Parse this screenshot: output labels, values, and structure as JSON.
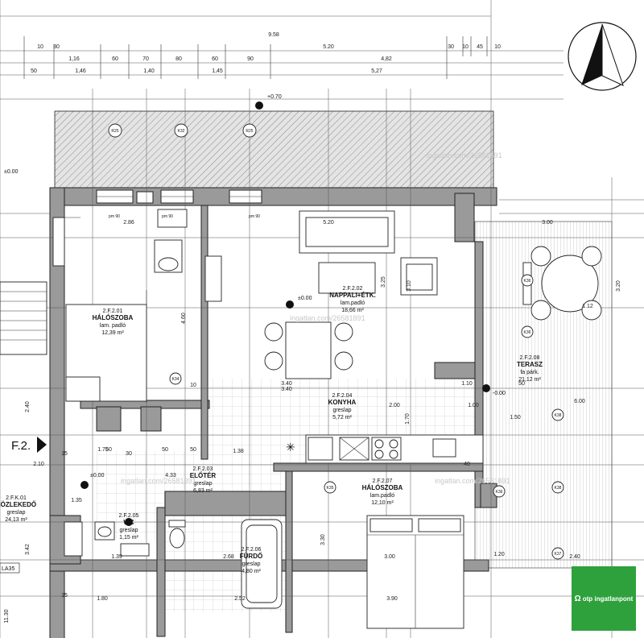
{
  "title_block": {
    "apartment_code": "F.2.",
    "stair_label": "LA35"
  },
  "top_dimensions": {
    "overall": "9.58",
    "row1": [
      "10",
      "30",
      "5.20",
      "30",
      "10",
      "45",
      "10"
    ],
    "row2": [
      "1,16",
      "60",
      "70",
      "80",
      "60",
      "90",
      "4,82"
    ],
    "row3": [
      "50",
      "1,46",
      "1,40",
      "1,45",
      "5,27"
    ]
  },
  "levels": {
    "top": "+0.70",
    "zero_left": "±0.00",
    "zero_living": "±0.00",
    "terrace": "-0.00",
    "hall": "±0.00"
  },
  "rooms": [
    {
      "id": "bedroom1",
      "code": "2.F.2.01",
      "name": "HÁLÓSZOBA",
      "floor": "lam. padló",
      "area": "12,39 m²"
    },
    {
      "id": "living",
      "code": "2.F.2.02",
      "name": "NAPPALI+ÉTK.",
      "floor": "lam.padló",
      "area": "18,66 m²"
    },
    {
      "id": "hall",
      "code": "2.F.2.03",
      "name": "ELŐTÉR",
      "floor": "greslap",
      "area": "6,83 m²"
    },
    {
      "id": "kitchen",
      "code": "2.F.2.04",
      "name": "KONYHA",
      "floor": "greslap",
      "area": "5,72 m²"
    },
    {
      "id": "wc",
      "code": "2.F.2.05",
      "name": "WC",
      "floor": "greslap",
      "area": "1,15 m²"
    },
    {
      "id": "bath",
      "code": "2.F.2.06",
      "name": "FÜRDŐ",
      "floor": "greslap",
      "area": "4,80 m²"
    },
    {
      "id": "bedroom2",
      "code": "2.F.2.07",
      "name": "HÁLÓSZOBA",
      "floor": "lam.padló",
      "area": "12,10 m²"
    },
    {
      "id": "terrace",
      "code": "2.F.2.08",
      "name": "TERASZ",
      "floor": "fa párk.",
      "area": "21,12 m²"
    },
    {
      "id": "corridor",
      "code": "2.F.K.01",
      "name": "KÖZLEKEDŐ",
      "floor": "greslap",
      "area": "24,13 m²"
    }
  ],
  "interior_dimensions": {
    "bed1_width": "2.86",
    "living_width": "5.20",
    "terrace_width": "3.00",
    "living_height": "3.25",
    "bed1_height": "4.60",
    "kitchen_width": "3.40",
    "bed2_width": "3.00",
    "bed2_depth": "3.30",
    "bath_width": "2.68",
    "bath_bottom": "2.52",
    "hall_width": "1.38",
    "wc_width": "1.39",
    "bottom_a": "1.80",
    "bottom_b": "3.90",
    "bottom_c": "2.40",
    "left_a": "2.40",
    "left_b": "3.42",
    "left_c": "11.30",
    "ter_h": "3.20",
    "kitchen_h": "1.70",
    "hall_h": "4.33",
    "sofa_w": "3.10",
    "small": [
      "15",
      "1.35",
      "30",
      "15",
      "50",
      "60",
      "10",
      "1.75",
      "50",
      "2.10",
      "40",
      "1.50",
      "1.20",
      "3.40",
      "1.12",
      "1.00",
      "2.00",
      "6.00",
      "1.10",
      "50"
    ]
  },
  "window_labels": [
    "R25",
    "K32",
    "R25",
    "K36",
    "K36",
    "K37",
    "K38",
    "K38",
    "K36",
    "K35",
    "K34",
    "pm 90",
    "pm 90",
    "pm 90"
  ],
  "watermarks": [
    "ingatlan.com/26581891",
    "ingatlan.com/26581891",
    "ingatlan.com/26581891",
    "ingatlan.com/26581891"
  ],
  "logo": {
    "text": "otp ingatlanpont",
    "mark": "Ω",
    "color": "#2ea13c"
  },
  "north_arrow": {
    "icon": "north-arrow-icon"
  }
}
